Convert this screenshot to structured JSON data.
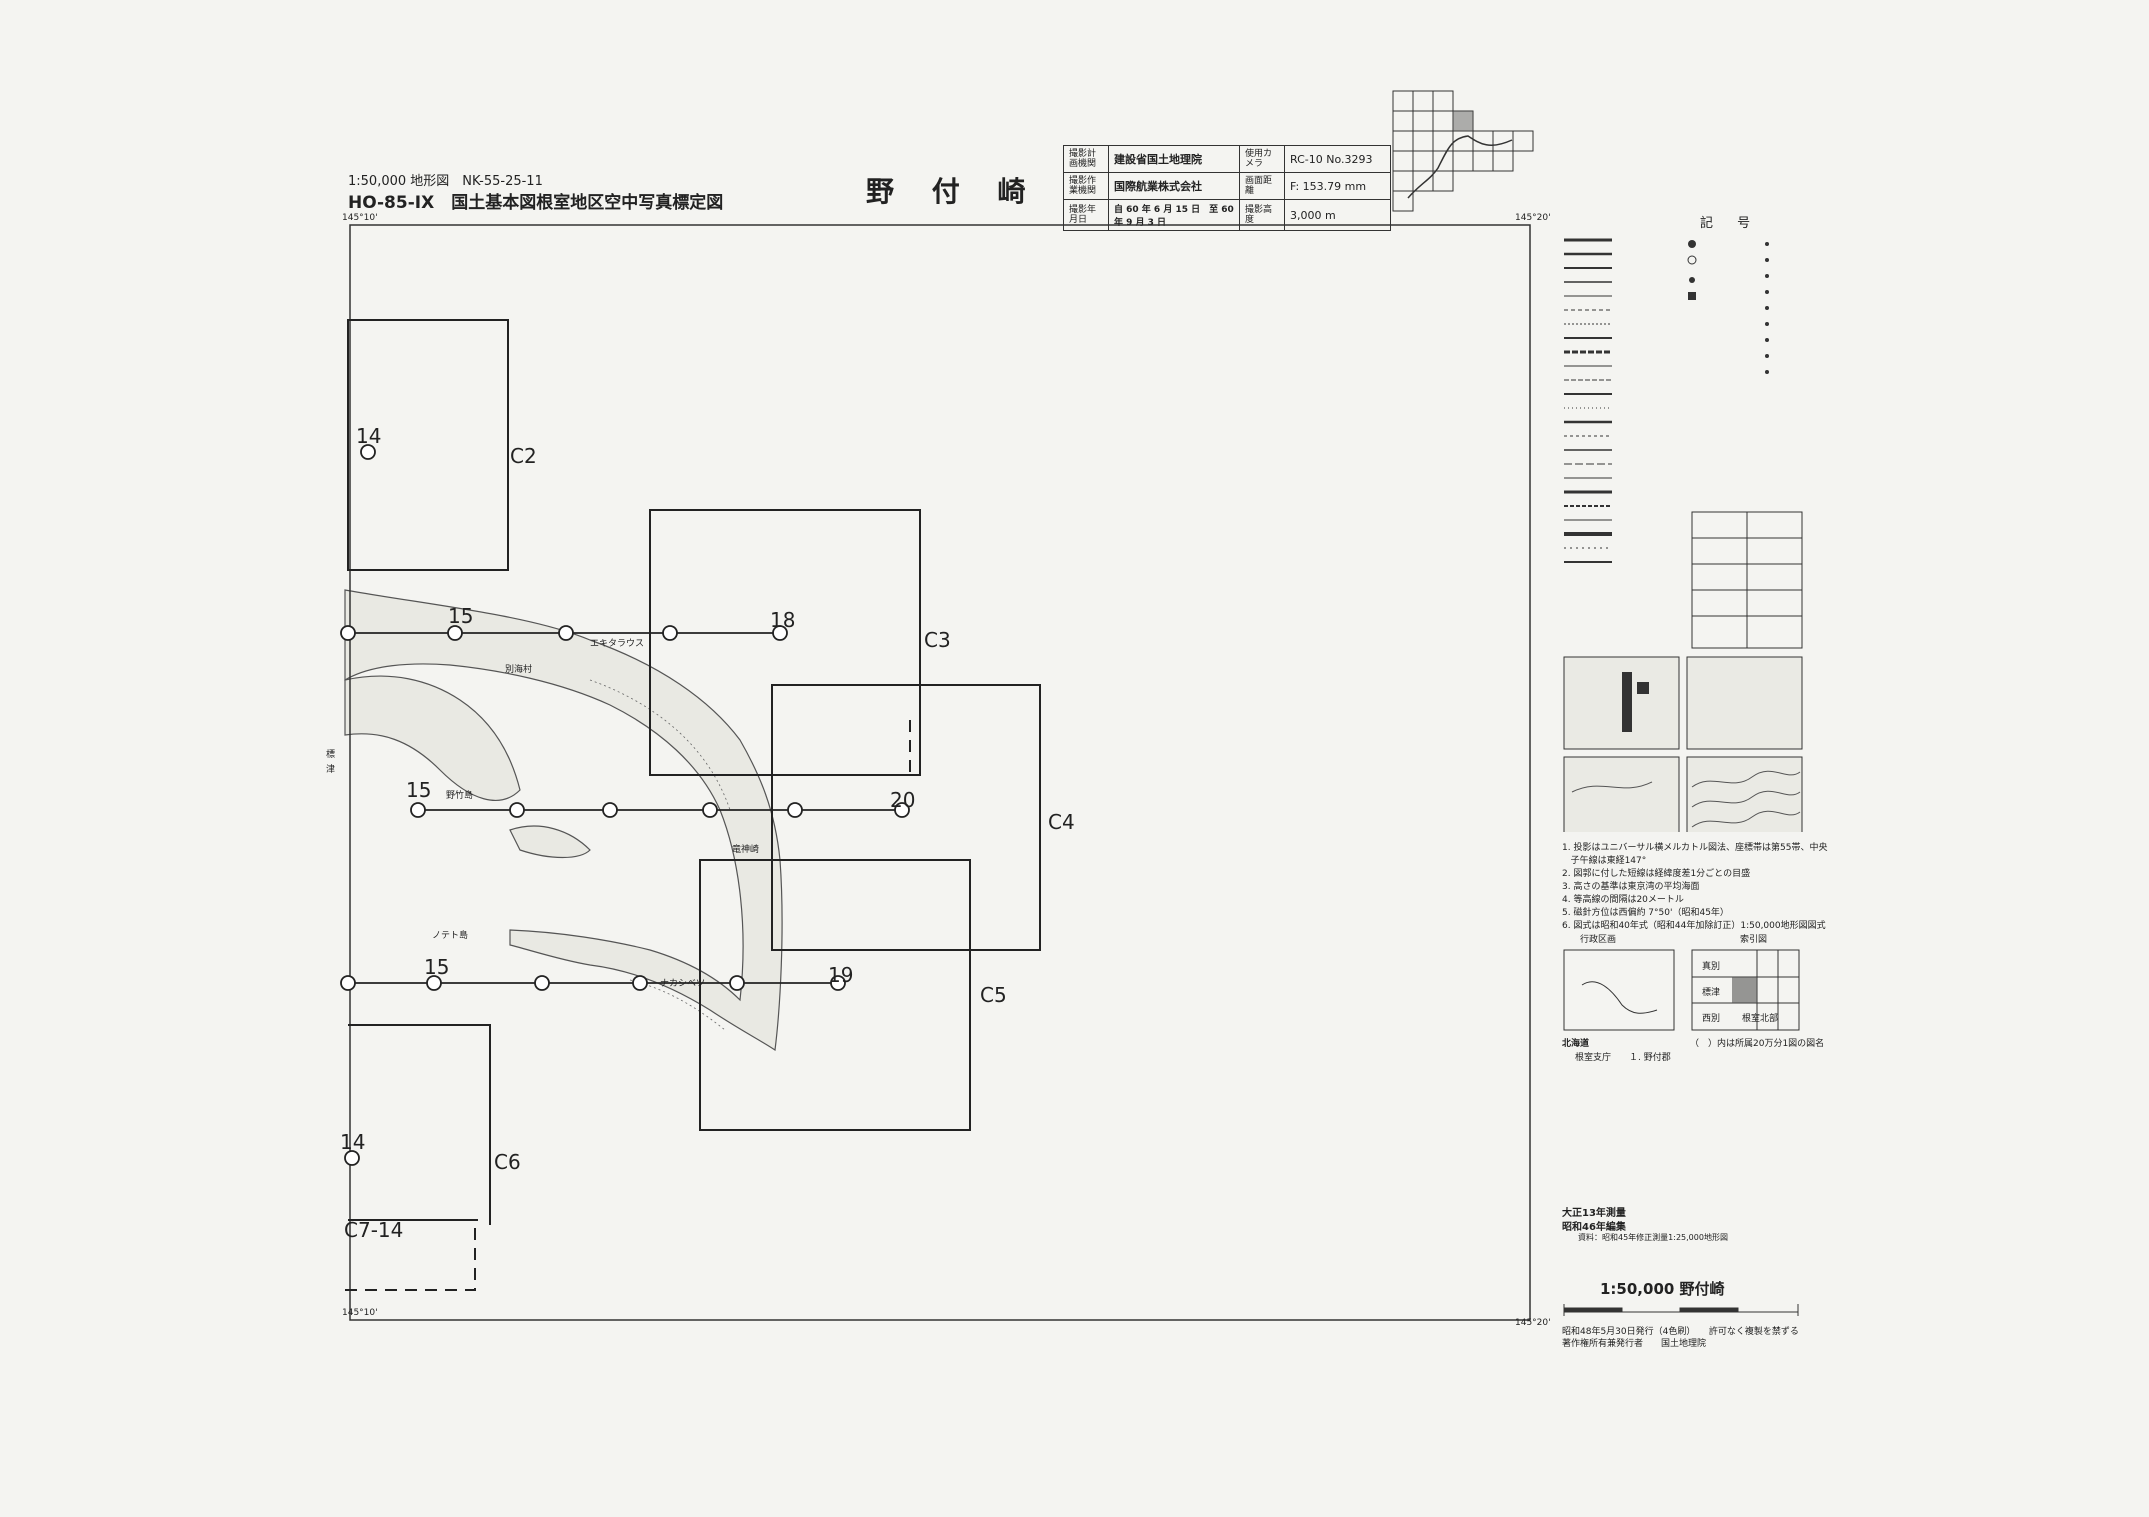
{
  "header": {
    "scale_line": "1:50,000 地形図　NK-55-25-11",
    "series_line": "HO-85-IX　国土基本図根室地区空中写真標定図",
    "sheet_title": "野 付 崎"
  },
  "photo_info": {
    "r1_label": "撮影計画機関",
    "r1_org": "建設省国土地理院",
    "r1_label2": "使用カメラ",
    "r1_val": "RC-10 No.3293",
    "r2_label": "撮影作業機関",
    "r2_org": "国際航業株式会社",
    "r2_label2": "画面距離",
    "r2_val": "F: 153.79 mm",
    "r3_label": "撮影年月日",
    "r3_org": "自 60 年 6 月 15 日　至 60 年 9 月 3 日",
    "r3_label2": "撮影高度",
    "r3_val": "3,000 m"
  },
  "map": {
    "coordinates": {
      "tl": "145°10'",
      "tr": "145°20'",
      "bl": "145°10'",
      "br": "145°20'"
    },
    "side_label": "標津",
    "courses": [
      {
        "label": "14",
        "course": "C2"
      },
      {
        "label": "15",
        "course": ""
      },
      {
        "label": "18",
        "course": "C3"
      },
      {
        "label": "15",
        "course": ""
      },
      {
        "label": "20",
        "course": "C4"
      },
      {
        "label": "15",
        "course": ""
      },
      {
        "label": "19",
        "course": "C5"
      },
      {
        "label": "14",
        "course": "C6"
      },
      {
        "label": "C7-14",
        "course": ""
      }
    ],
    "places": [
      "エキタラウス",
      "別海村",
      "野竹島",
      "ナカシベツ",
      "ノテト島",
      "竜神崎"
    ]
  },
  "legend": {
    "title": "記 号",
    "notes": [
      "1. 投影はユニバーサル横メルカトル図法、座標帯は第55帯、中央",
      "   子午線は東経147°",
      "2. 図郭に付した短線は経緯度差1分ごとの目盛",
      "3. 高さの基準は東京湾の平均海面",
      "4. 等高線の間隔は20メートル",
      "5. 磁針方位は西偏約 7°50'（昭和45年）",
      "6. 図式は昭和40年式（昭和44年加除訂正）1:50,000地形図図式"
    ],
    "admin_title": "行政区画",
    "index_title": "索引図",
    "index_cells": [
      "真別",
      "標津",
      "西別",
      "根室北部"
    ],
    "region": "北海道",
    "sub_region": "根室支庁　　１. 野付郡",
    "index_note": "（　）内は所属20万分1図の図名"
  },
  "footer": {
    "survey1": "大正13年測量",
    "survey2": "昭和46年編集",
    "source": "資料：昭和45年修正測量1:25,000地形図",
    "scale_title": "1:50,000 野付崎",
    "pub1": "昭和48年5月30日発行（4色刷）　　許可なく複製を禁ずる",
    "pub2": "著作権所有兼発行者　　国土地理院"
  }
}
